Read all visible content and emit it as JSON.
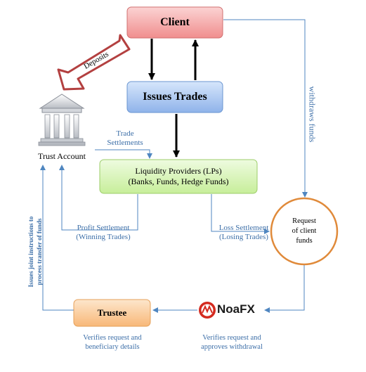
{
  "nodes": {
    "client": "Client",
    "issues_trades": "Issues Trades",
    "lp_line1": "Liquidity Providers (LPs)",
    "lp_line2": "(Banks, Funds, Hedge Funds)",
    "trust_account": "Trust Account",
    "trustee": "Trustee",
    "request_line1": "Request",
    "request_line2": "of client",
    "request_line3": "funds",
    "noafx_logo_text": "NoaFX"
  },
  "labels": {
    "deposits": "Deposits",
    "withdraws_funds": "withdraws funds",
    "trade_settlements_1": "Trade",
    "trade_settlements_2": "Settlements",
    "profit_1": "Profit Settlement",
    "profit_2": "(Winning Trades)",
    "loss_1": "Loss Settlement",
    "loss_2": "(Losing Trades)",
    "joint_1": "Issues joint instructions to",
    "joint_2": "process transfer of funds",
    "verify_trustee_1": "Verifies request and",
    "verify_trustee_2": "beneficiary details",
    "verify_noafx_1": "Verifies request and",
    "verify_noafx_2": "approves withdrawal"
  },
  "icons": {
    "trust_account": "bank-building-icon",
    "noafx": "noafx-logo-icon"
  },
  "colors": {
    "client_fill": "#f6a9a9",
    "trades_fill": "#a9c6f0",
    "lp_fill": "#d9f5b8",
    "trustee_fill": "#fbd0a2",
    "request_stroke": "#e08a3a",
    "connector": "#4f86c0",
    "deposit_arrow": "#b34040",
    "text_blue": "#3d6fa8"
  }
}
